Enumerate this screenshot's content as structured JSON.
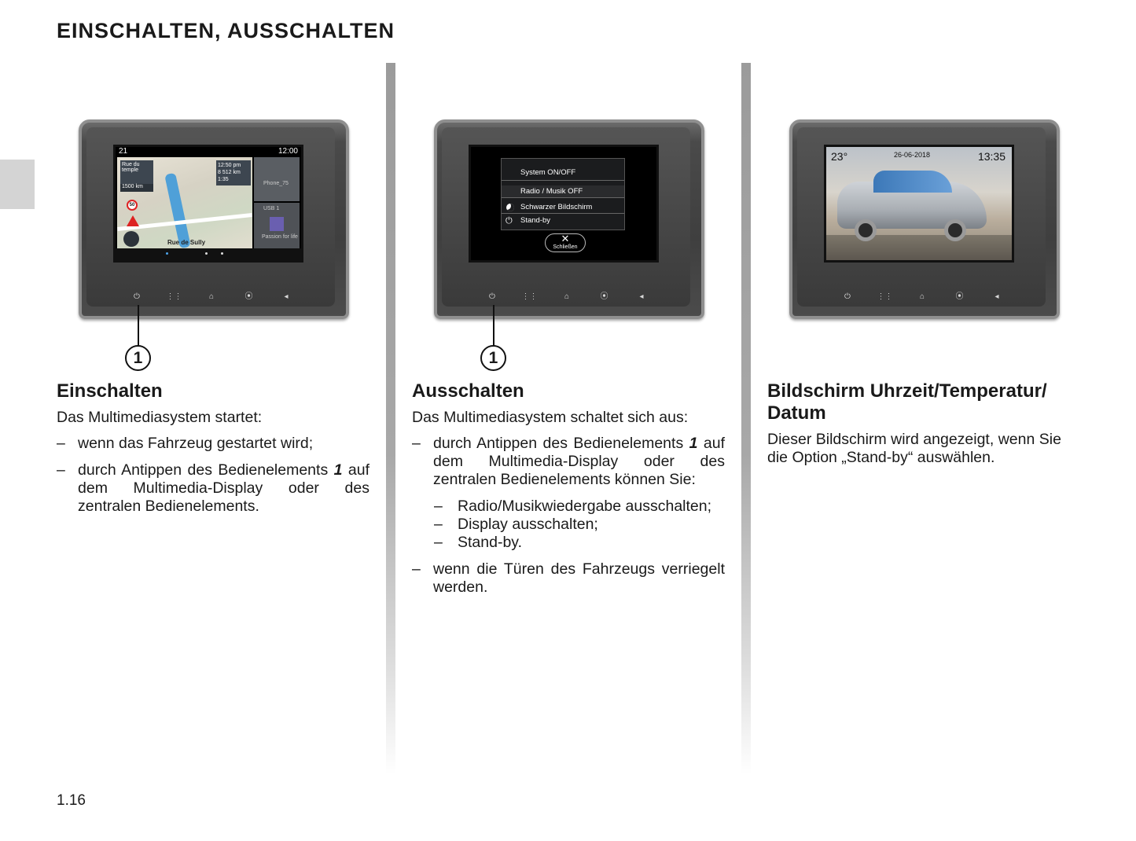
{
  "page": {
    "title": "EINSCHALTEN, AUSSCHALTEN",
    "page_number": "1.16"
  },
  "devices": {
    "buttons": [
      "⏻",
      "⋮⋮",
      "⌂",
      "⦿",
      "◂"
    ],
    "screen1": {
      "status_left": "21",
      "status_right": "12:00",
      "turn_street": "Rue du temple",
      "distance": "1500 km",
      "speed_limit": "50",
      "eta_time": "12:50 pm",
      "eta_distance": "8 512 km",
      "eta_duration": "1:35",
      "phone": "Phone_75",
      "usb": "USB 1",
      "track": "Passion for life",
      "street_name": "Rue de Sully"
    },
    "screen2": {
      "menu_title": "System ON/OFF",
      "items": [
        "Radio / Musik OFF",
        "Schwarzer Bildschirm",
        "Stand-by"
      ],
      "close_label": "Schließen"
    },
    "screen3": {
      "temperature": "23°",
      "date": "26-06-2018",
      "time": "13:35"
    },
    "callout": "1"
  },
  "columns": {
    "einschalten": {
      "heading": "Einschalten",
      "intro": "Das Multimediasystem startet:",
      "items": [
        "wenn das Fahrzeug gestartet wird;",
        "durch Antippen des Bedienelements",
        "auf dem Multimedia-Display oder des zentralen Bedienelements."
      ],
      "ref": "1"
    },
    "ausschalten": {
      "heading": "Ausschalten",
      "intro": "Das Multimediasystem schaltet sich aus:",
      "item1_pre": "durch Antippen des Bedienelements",
      "item1_ref": "1",
      "item1_post": "auf dem Multimedia-Display oder des zentralen Bedienelements können Sie:",
      "subitems": [
        "Radio/Musikwiedergabe ausschalten;",
        "Display ausschalten;",
        "Stand-by."
      ],
      "item2": "wenn die Türen des Fahrzeugs verriegelt werden."
    },
    "bildschirm": {
      "heading": "Bildschirm Uhrzeit/Temperatur/ Datum",
      "text": "Dieser Bildschirm wird angezeigt, wenn Sie die Option „Stand-by“ auswählen."
    },
    "dash": "–"
  }
}
